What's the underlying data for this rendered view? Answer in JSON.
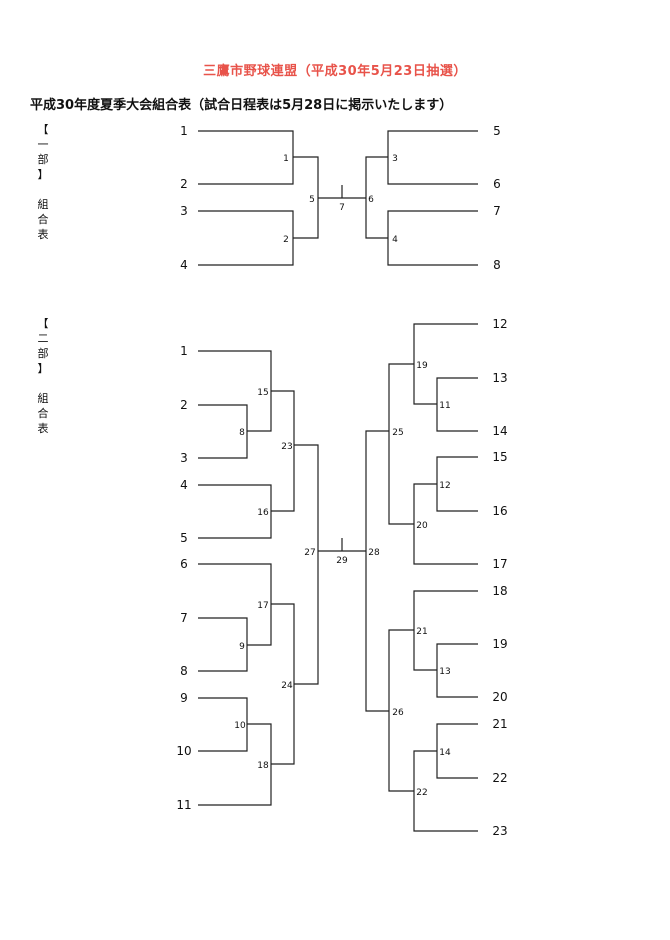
{
  "title": "三鷹市野球連盟（平成30年5月23日抽選）",
  "subtitle": "平成30年度夏季大会組合表（試合日程表は5月28日に掲示いたします）",
  "section1": {
    "label_lines": [
      "【",
      "一",
      "部",
      "】",
      "",
      "組",
      "合",
      "表"
    ],
    "left_teams": [
      "1",
      "2",
      "3",
      "4"
    ],
    "right_teams": [
      "5",
      "6",
      "7",
      "8"
    ],
    "game_numbers": {
      "g1": "1",
      "g2": "2",
      "g3": "3",
      "g4": "4",
      "g5": "5",
      "g6": "6",
      "g7": "7"
    }
  },
  "section2": {
    "label_lines": [
      "【",
      "二",
      "部",
      "】",
      "",
      "組",
      "合",
      "表"
    ],
    "left_teams": [
      "1",
      "2",
      "3",
      "4",
      "5",
      "6",
      "7",
      "8",
      "9",
      "10",
      "11"
    ],
    "right_teams": [
      "12",
      "13",
      "14",
      "15",
      "16",
      "17",
      "18",
      "19",
      "20",
      "21",
      "22",
      "23"
    ],
    "game_numbers": {
      "g8": "8",
      "g9": "9",
      "g10": "10",
      "g11": "11",
      "g12": "12",
      "g13": "13",
      "g14": "14",
      "g15": "15",
      "g16": "16",
      "g17": "17",
      "g18": "18",
      "g19": "19",
      "g20": "20",
      "g21": "21",
      "g22": "22",
      "g23": "23",
      "g24": "24",
      "g25": "25",
      "g26": "26",
      "g27": "27",
      "g28": "28",
      "g29": "29"
    }
  }
}
